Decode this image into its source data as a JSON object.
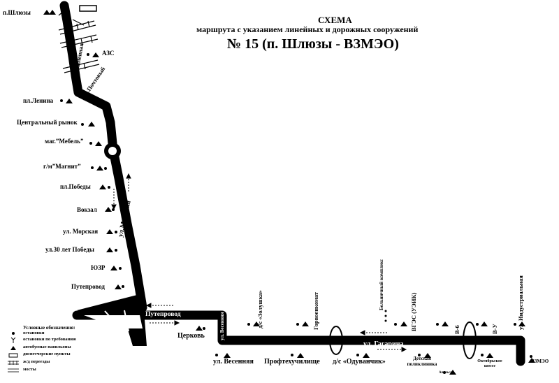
{
  "header": {
    "title": "СХЕМА",
    "subtitle": "маршрута с указанием линейных и дорожных сооружений",
    "route": "№  15  (п. Шлюзы - ВЗМЭО)"
  },
  "colors": {
    "road": "#000000",
    "background": "#ffffff"
  },
  "streets": {
    "kamennaya": "ул.Каменная",
    "pochtovy": "пер.Почтовый",
    "morskaya": "ул.Морская",
    "vesennyaya": "ул. Весенняя",
    "gagarina": "ул. Гагарина",
    "industrialnaya": "ул. Индустриальная"
  },
  "stops_left": [
    {
      "name": "п.Шлюзы",
      "icon": "pavilion-icon"
    },
    {
      "name": "АЗС",
      "icon": "pavilion-icon"
    },
    {
      "name": "пл.Ленина",
      "icon": "pavilion-icon"
    },
    {
      "name": "Центральный рынок",
      "icon": "pavilion-icon"
    },
    {
      "name": "маг.”Мебель”",
      "icon": "pavilion-icon"
    },
    {
      "name": "г/м”Магнит”",
      "icon": "pavilion-icon"
    },
    {
      "name": "пл.Победы",
      "icon": "pavilion-icon"
    },
    {
      "name": "Вокзал",
      "icon": "pavilion-icon"
    },
    {
      "name": "ул. Морская",
      "icon": "pavilion-icon"
    },
    {
      "name": "ул.30 лет Победы",
      "icon": "pavilion-icon"
    },
    {
      "name": "ЮЗР",
      "icon": "pavilion-icon"
    },
    {
      "name": "Путепровод",
      "icon": "pavilion-icon"
    }
  ],
  "stops_bottom": [
    {
      "name": "Путепровод"
    },
    {
      "name": "Церковь"
    },
    {
      "name": "ул. Весенняя"
    },
    {
      "name": "Профтехучилище"
    },
    {
      "name": "д/с «Одуванчик»"
    },
    {
      "name": "Детская поликлиника"
    },
    {
      "name": "Апельсин"
    },
    {
      "name": "Октябрьское шоссе"
    },
    {
      "name": "ВЗМЭО"
    }
  ],
  "stops_top": [
    {
      "name": "д/с «Золушка»"
    },
    {
      "name": "Горвоенкомат"
    },
    {
      "name": "Больничный комплекс"
    },
    {
      "name": "ВГЭС (УЭИК)"
    },
    {
      "name": "В-6"
    },
    {
      "name": "В-У"
    }
  ],
  "legend": {
    "title": "Условные обозначения:",
    "items": [
      {
        "icon": "stop-dot-icon",
        "label": "остановки"
      },
      {
        "icon": "request-stop-icon",
        "label": "остановки по требованию"
      },
      {
        "icon": "pavilion-icon",
        "label": "автобусные павильоны"
      },
      {
        "icon": "dispatch-point-icon",
        "label": "диспетчерские пункты"
      },
      {
        "icon": "railway-crossing-icon",
        "label": "ж/д переезды"
      },
      {
        "icon": "bridge-icon",
        "label": "мосты"
      }
    ]
  }
}
